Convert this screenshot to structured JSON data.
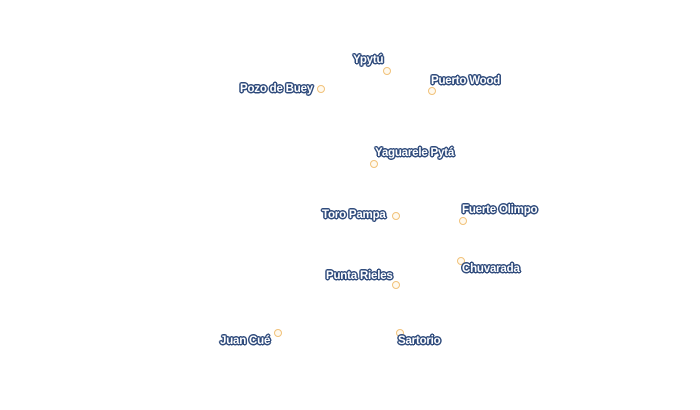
{
  "places": [
    {
      "id": "ypytu",
      "name": "Ypytú"
    },
    {
      "id": "pozo-de-buey",
      "name": "Pozo de Buey"
    },
    {
      "id": "puerto-wood",
      "name": "Puerto Wood"
    },
    {
      "id": "yaguarele-pyta",
      "name": "Yaguarele Pytá"
    },
    {
      "id": "toro-pampa",
      "name": "Toro Pampa"
    },
    {
      "id": "fuerte-olimpo",
      "name": "Fuerte Olimpo"
    },
    {
      "id": "chuvarada",
      "name": "Chuvarada"
    },
    {
      "id": "punta-rieles",
      "name": "Punta Rieles"
    },
    {
      "id": "juan-cue",
      "name": "Juan Cué"
    },
    {
      "id": "sartorio",
      "name": "Sartorio"
    }
  ],
  "colors": {
    "label_halo": "#2f4b7c",
    "label_text": "#ffffff",
    "marker_stroke": "#f1c27a"
  }
}
